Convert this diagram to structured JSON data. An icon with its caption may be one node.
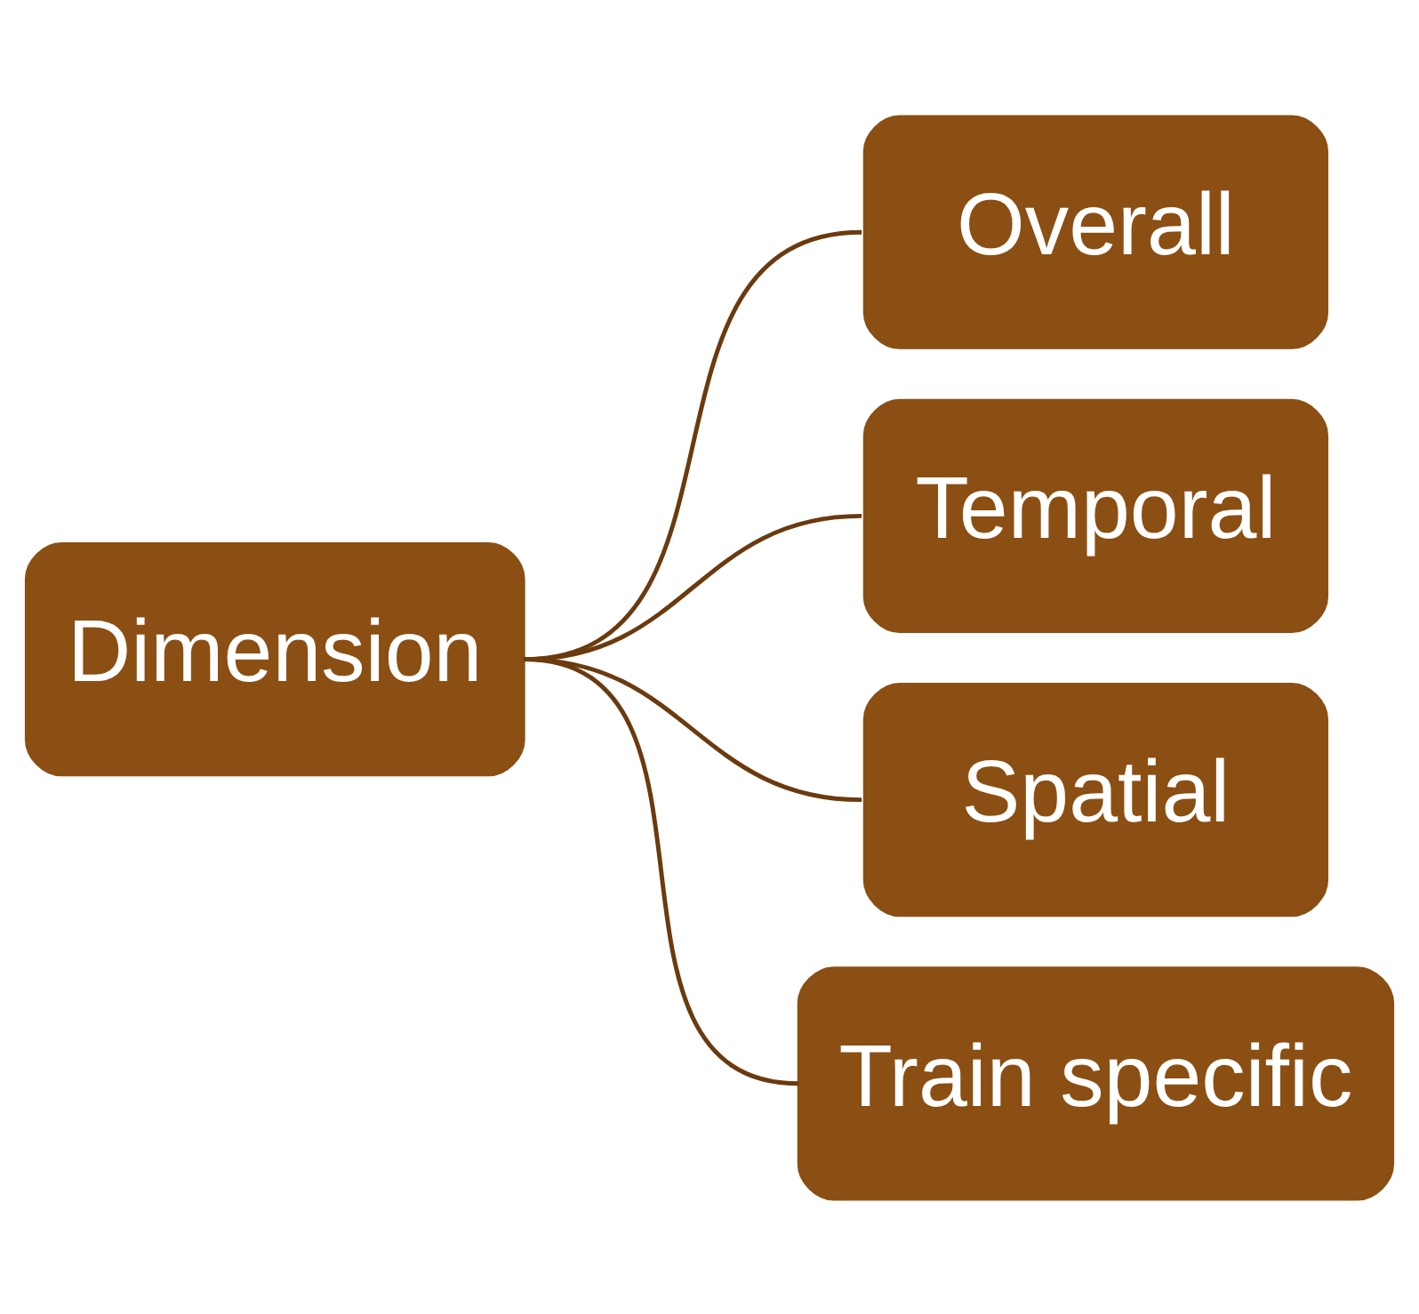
{
  "diagram": {
    "nodes": [
      {
        "text": [
          "Dimension"
        ]
      },
      {
        "text": [
          "Overall"
        ]
      },
      {
        "text": [
          "Temporal"
        ]
      },
      {
        "text": [
          "Spatial"
        ]
      },
      {
        "text": [
          "Train specific"
        ]
      }
    ],
    "edges": [
      {
        "from": 0,
        "to": 1,
        "arrow": "none"
      },
      {
        "from": 0,
        "to": 2,
        "arrow": "none"
      },
      {
        "from": 0,
        "to": 3,
        "arrow": "none"
      },
      {
        "from": 0,
        "to": 4,
        "arrow": "none"
      }
    ]
  }
}
